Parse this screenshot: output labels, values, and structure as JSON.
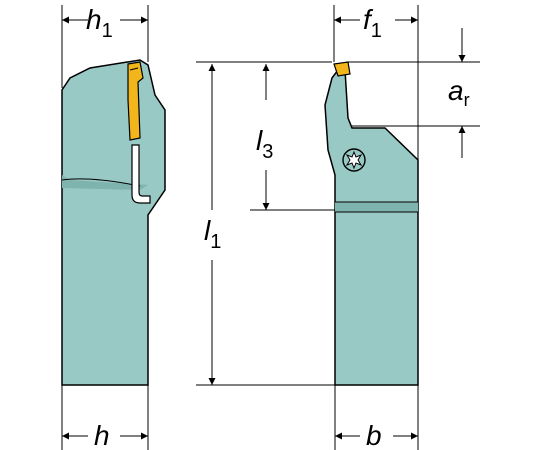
{
  "colors": {
    "tool_body": "#99C9C4",
    "tool_shade": "#7FB3AE",
    "insert": "#F2B51C",
    "line": "#000000"
  },
  "dimensions": {
    "h1": {
      "main": "h",
      "sub": "1"
    },
    "f1": {
      "main": "f",
      "sub": "1"
    },
    "ar": {
      "main": "a",
      "sub": "r"
    },
    "l3": {
      "main": "l",
      "sub": "3"
    },
    "l1": {
      "main": "l",
      "sub": "1"
    },
    "h": {
      "main": "h",
      "sub": ""
    },
    "b": {
      "main": "b",
      "sub": ""
    }
  }
}
